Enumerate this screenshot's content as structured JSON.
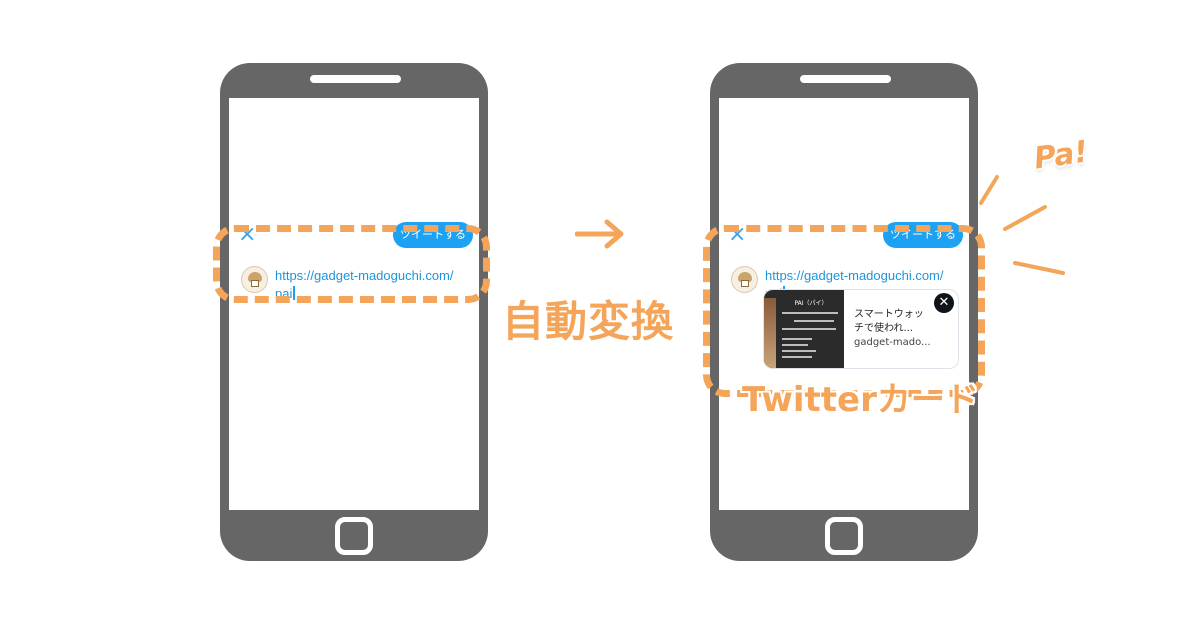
{
  "left_phone": {
    "close_icon": "×",
    "tweet_button": "ツイートする",
    "url_line1": "https://gadget-madoguchi.com/",
    "url_line2": "pai"
  },
  "right_phone": {
    "close_icon": "×",
    "tweet_button": "ツイートする",
    "url_line1": "https://gadget-madoguchi.com/",
    "url_line2": "pai",
    "card": {
      "thumb_title": "PAI（パイ）",
      "title_line1": "スマートウォッ",
      "title_line2": "チで使われ...",
      "domain": "gadget-mado...",
      "close_icon": "✕"
    }
  },
  "labels": {
    "auto_convert": "自動変換",
    "twitter_card": "Twitterカード",
    "pa": "Pa!"
  },
  "colors": {
    "accent_orange": "#f4a55a",
    "twitter_blue": "#1da1f2",
    "phone_gray": "#666666"
  }
}
